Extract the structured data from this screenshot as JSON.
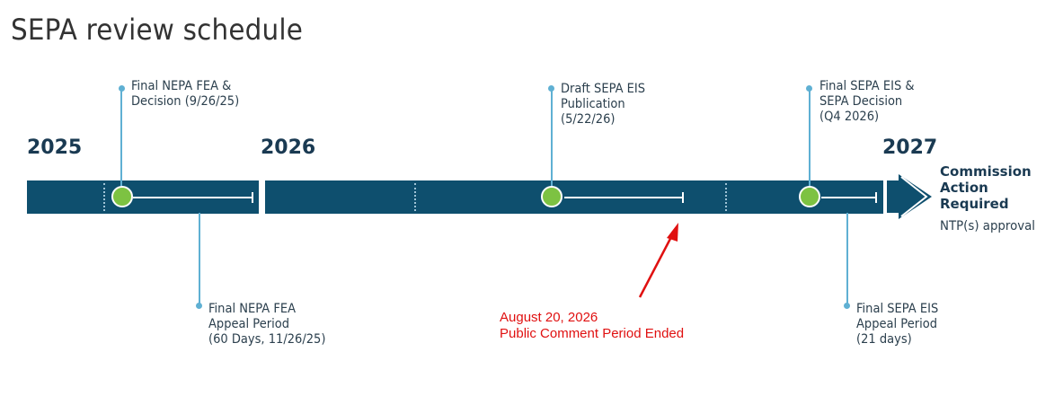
{
  "title": "SEPA review schedule",
  "years": [
    "2025",
    "2026",
    "2027"
  ],
  "milestones": {
    "final_nepa_fea": "Final NEPA FEA &\nDecision (9/26/25)",
    "final_nepa_appeal": "Final NEPA FEA\nAppeal Period\n(60 Days, 11/26/25)",
    "draft_sepa_eis": "Draft SEPA EIS\nPublication\n(5/22/26)",
    "final_sepa_eis": "Final SEPA EIS &\nSEPA Decision\n(Q4 2026)",
    "final_sepa_appeal": "Final SEPA EIS\nAppeal Period\n(21 days)"
  },
  "commission": {
    "label": "Commission\nAction\nRequired",
    "sub": "NTP(s) approval"
  },
  "annotation": {
    "text": "August 20, 2026\nPublic Comment Period Ended"
  },
  "colors": {
    "bar": "#0e4f6e",
    "milestone": "#7dc242",
    "stem": "#5fb0d3",
    "annotation": "#e01010"
  }
}
